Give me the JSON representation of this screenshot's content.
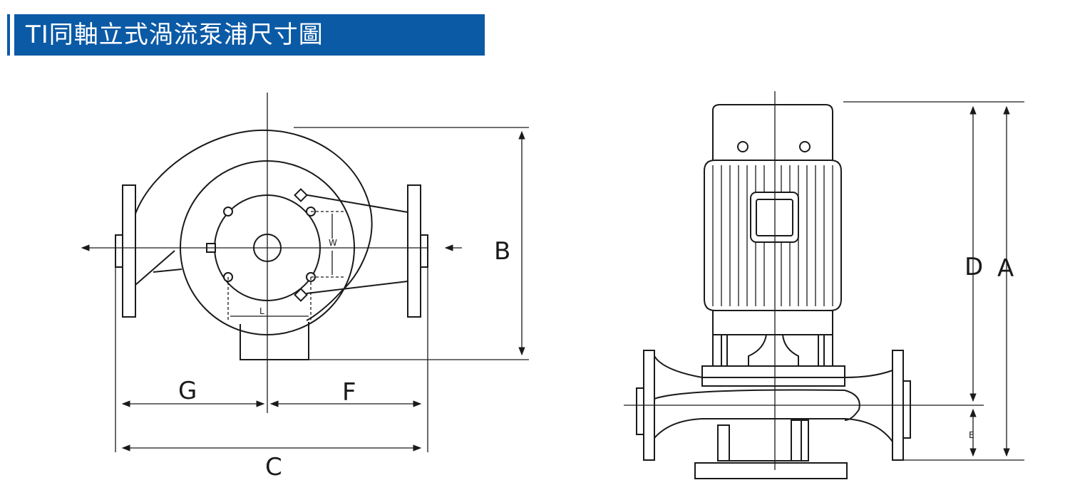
{
  "header": {
    "title": "TI同軸立式渦流泵浦尺寸圖",
    "color": "#0b5aa6"
  },
  "labels": {
    "A": "A",
    "B": "B",
    "C": "C",
    "D": "D",
    "E": "E",
    "F": "F",
    "G": "G",
    "W": "W",
    "L": "L"
  },
  "icons": [
    "arrow-left-icon",
    "arrow-up-icon",
    "arrow-down-icon"
  ]
}
